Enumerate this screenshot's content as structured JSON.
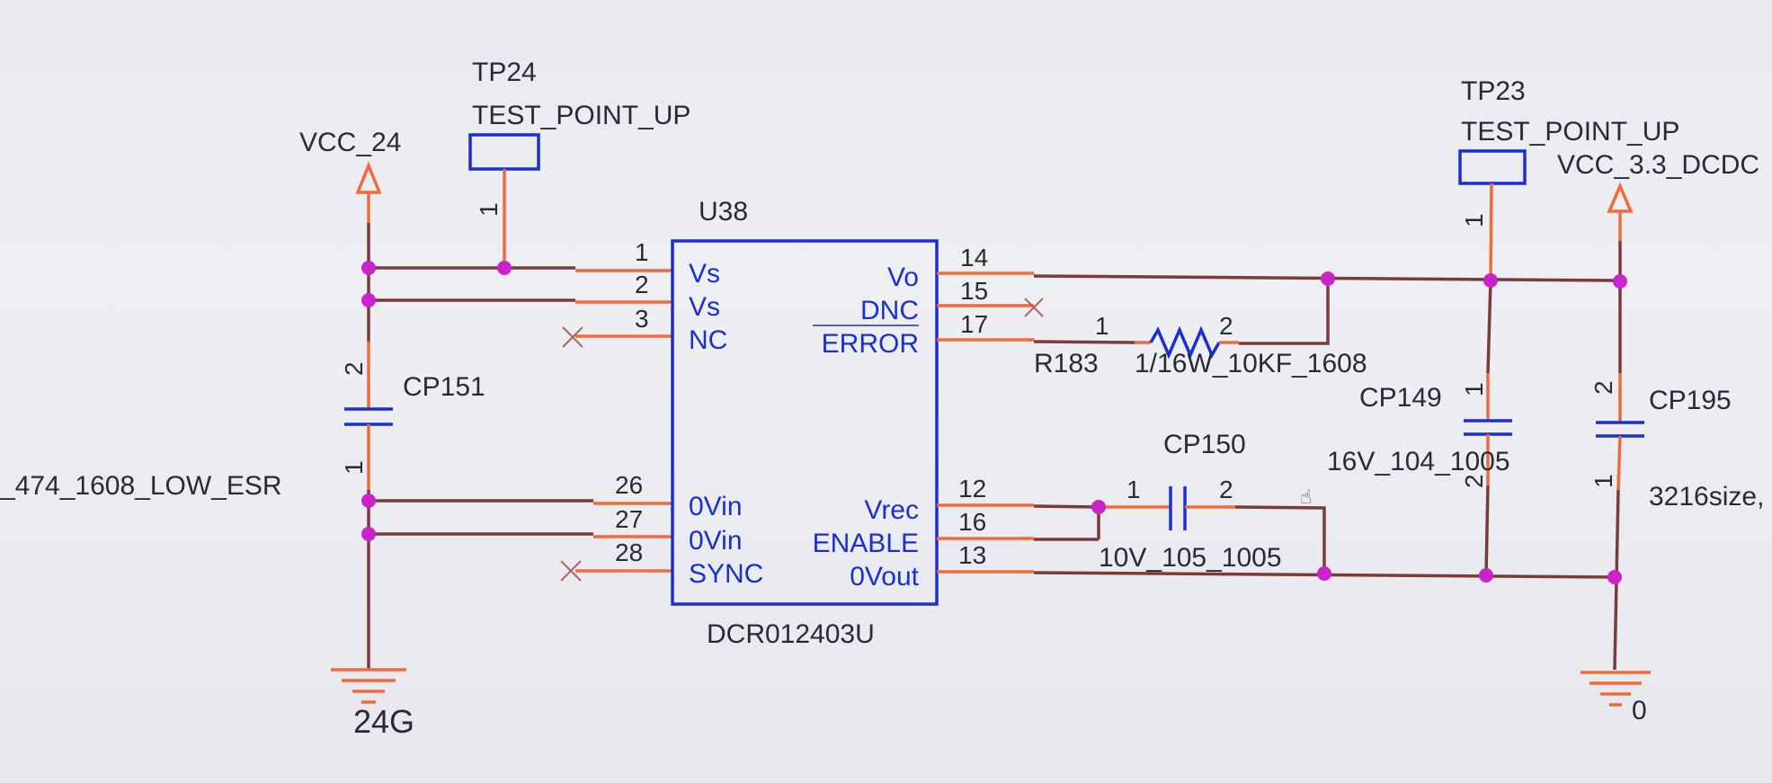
{
  "component": {
    "refdes": "U38",
    "part": "DCR012403U",
    "pins_left": [
      {
        "num": "1",
        "name": "Vs"
      },
      {
        "num": "2",
        "name": "Vs"
      },
      {
        "num": "3",
        "name": "NC"
      },
      {
        "num": "26",
        "name": "0Vin"
      },
      {
        "num": "27",
        "name": "0Vin"
      },
      {
        "num": "28",
        "name": "SYNC"
      }
    ],
    "pins_right": [
      {
        "num": "14",
        "name": "Vo"
      },
      {
        "num": "15",
        "name": "DNC"
      },
      {
        "num": "17",
        "name": "ERROR"
      },
      {
        "num": "12",
        "name": "Vrec"
      },
      {
        "num": "16",
        "name": "ENABLE"
      },
      {
        "num": "13",
        "name": "0Vout"
      }
    ]
  },
  "test_points": [
    {
      "refdes": "TP24",
      "value": "TEST_POINT_UP",
      "pin": "1"
    },
    {
      "refdes": "TP23",
      "value": "TEST_POINT_UP",
      "pin": "1"
    }
  ],
  "power": [
    {
      "name": "VCC_24"
    },
    {
      "name": "VCC_3.3_DCDC"
    }
  ],
  "grounds": [
    {
      "name": "24G"
    },
    {
      "name": "0"
    }
  ],
  "capacitors": [
    {
      "refdes": "CP151",
      "value": "_474_1608_LOW_ESR",
      "pin_top": "2",
      "pin_bottom": "1"
    },
    {
      "refdes": "CP150",
      "value": "10V_105_1005",
      "pin_left": "1",
      "pin_right": "2"
    },
    {
      "refdes": "CP149",
      "value": "16V_104_1005",
      "pin_top": "1",
      "pin_bottom": "2"
    },
    {
      "refdes": "CP195",
      "value": "3216size,",
      "pin_top": "2",
      "pin_bottom": "1"
    }
  ],
  "resistor": {
    "refdes": "R183",
    "value": "1/16W_10KF_1608",
    "pin_left": "1",
    "pin_right": "2"
  },
  "colors": {
    "wire": "#7a3b3b",
    "pin": "#f26a3c",
    "component": "#1b2fd0",
    "junction": "#cc22cc",
    "background": "#eceef2"
  }
}
